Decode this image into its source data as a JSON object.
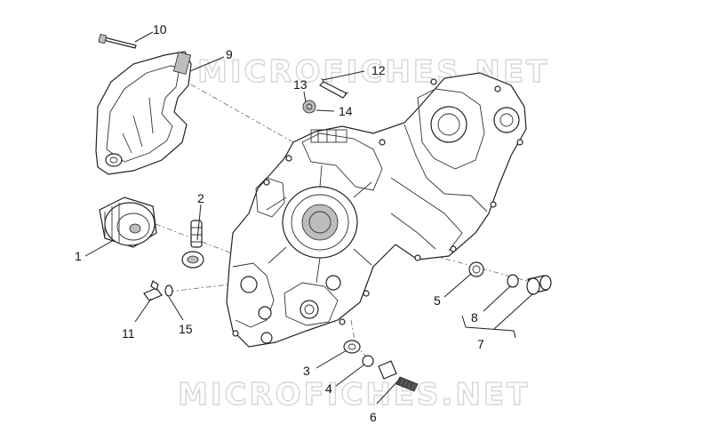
{
  "watermark": {
    "top": "MICROFICHES.NET",
    "bottom": "MICROFICHES.NET"
  },
  "callouts": [
    {
      "id": "1",
      "label": "1"
    },
    {
      "id": "2",
      "label": "2"
    },
    {
      "id": "3",
      "label": "3"
    },
    {
      "id": "4",
      "label": "4"
    },
    {
      "id": "5",
      "label": "5"
    },
    {
      "id": "6",
      "label": "6"
    },
    {
      "id": "7",
      "label": "7"
    },
    {
      "id": "8",
      "label": "8"
    },
    {
      "id": "9",
      "label": "9"
    },
    {
      "id": "10",
      "label": "10"
    },
    {
      "id": "11",
      "label": "11"
    },
    {
      "id": "12",
      "label": "12"
    },
    {
      "id": "13",
      "label": "13"
    },
    {
      "id": "14",
      "label": "14"
    },
    {
      "id": "15",
      "label": "15"
    }
  ]
}
